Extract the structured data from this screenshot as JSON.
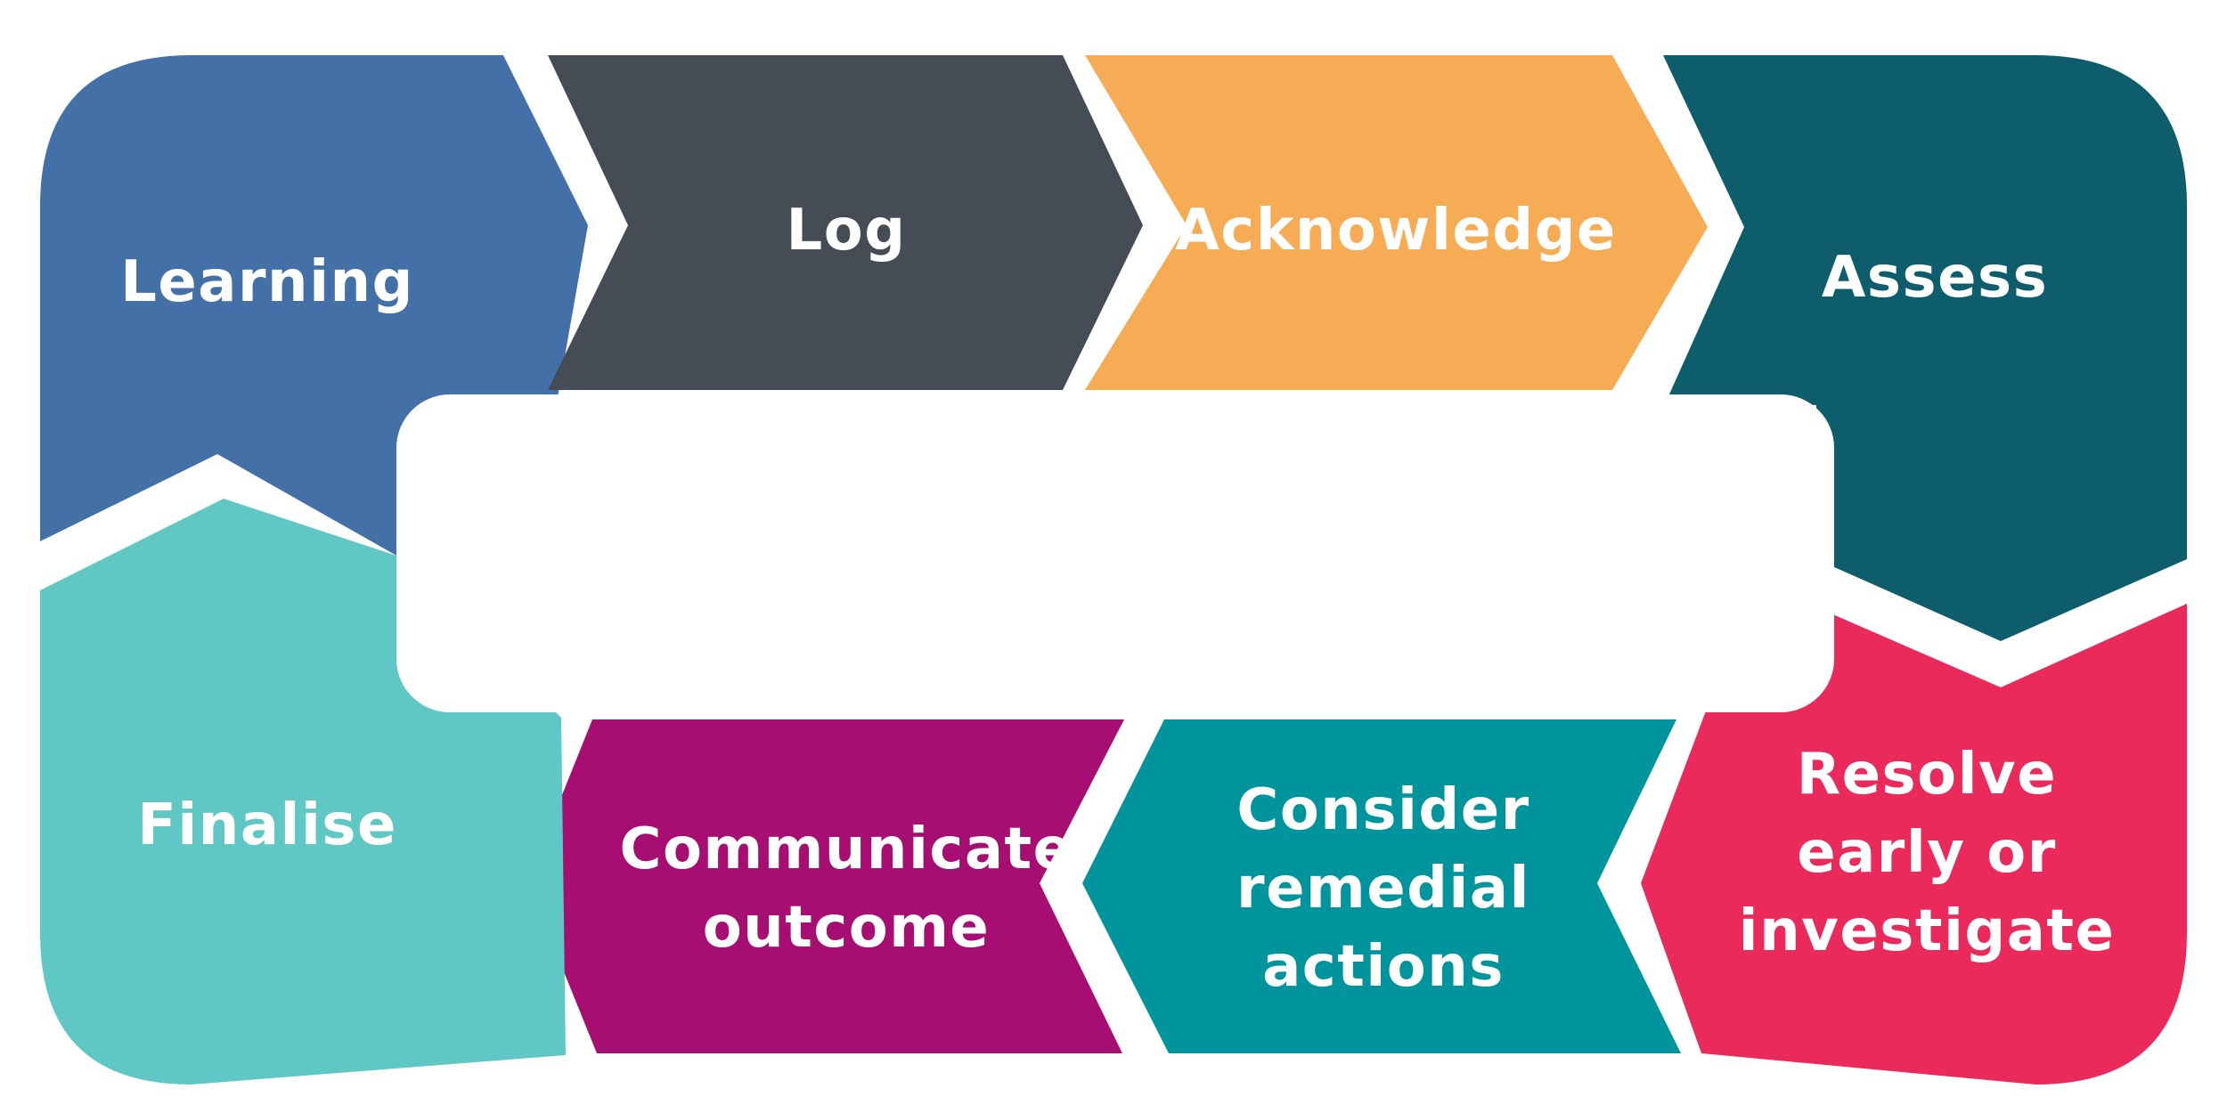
{
  "diagram": {
    "background_color": "#FFFFFF",
    "text_color": "#FFFFFF",
    "flow_order": [
      "Log",
      "Acknowledge",
      "Assess",
      "Resolve early or investigate",
      "Consider remedial actions",
      "Communicate outcome",
      "Finalise",
      "Learning"
    ],
    "steps": [
      {
        "id": "learning",
        "label": "Learning",
        "lines": [
          "Learning"
        ],
        "color": "#4470A8"
      },
      {
        "id": "log",
        "label": "Log",
        "lines": [
          "Log"
        ],
        "color": "#464C55"
      },
      {
        "id": "acknowledge",
        "label": "Acknowledge",
        "lines": [
          "Acknowledge"
        ],
        "color": "#F5AC55"
      },
      {
        "id": "assess",
        "label": "Assess",
        "lines": [
          "Assess"
        ],
        "color": "#0E5D6D"
      },
      {
        "id": "resolve",
        "label": "Resolve early or investigate",
        "lines": [
          "Resolve",
          "early or",
          "investigate"
        ],
        "color": "#E92A5B"
      },
      {
        "id": "consider",
        "label": "Consider remedial actions",
        "lines": [
          "Consider",
          "remedial",
          "actions"
        ],
        "color": "#00949C"
      },
      {
        "id": "communicate",
        "label": "Communicate outcome",
        "lines": [
          "Communicate",
          "outcome"
        ],
        "color": "#A60E72"
      },
      {
        "id": "finalise",
        "label": "Finalise",
        "lines": [
          "Finalise"
        ],
        "color": "#5FC8C5"
      }
    ],
    "center_panel_color": "#FFFFFF"
  }
}
